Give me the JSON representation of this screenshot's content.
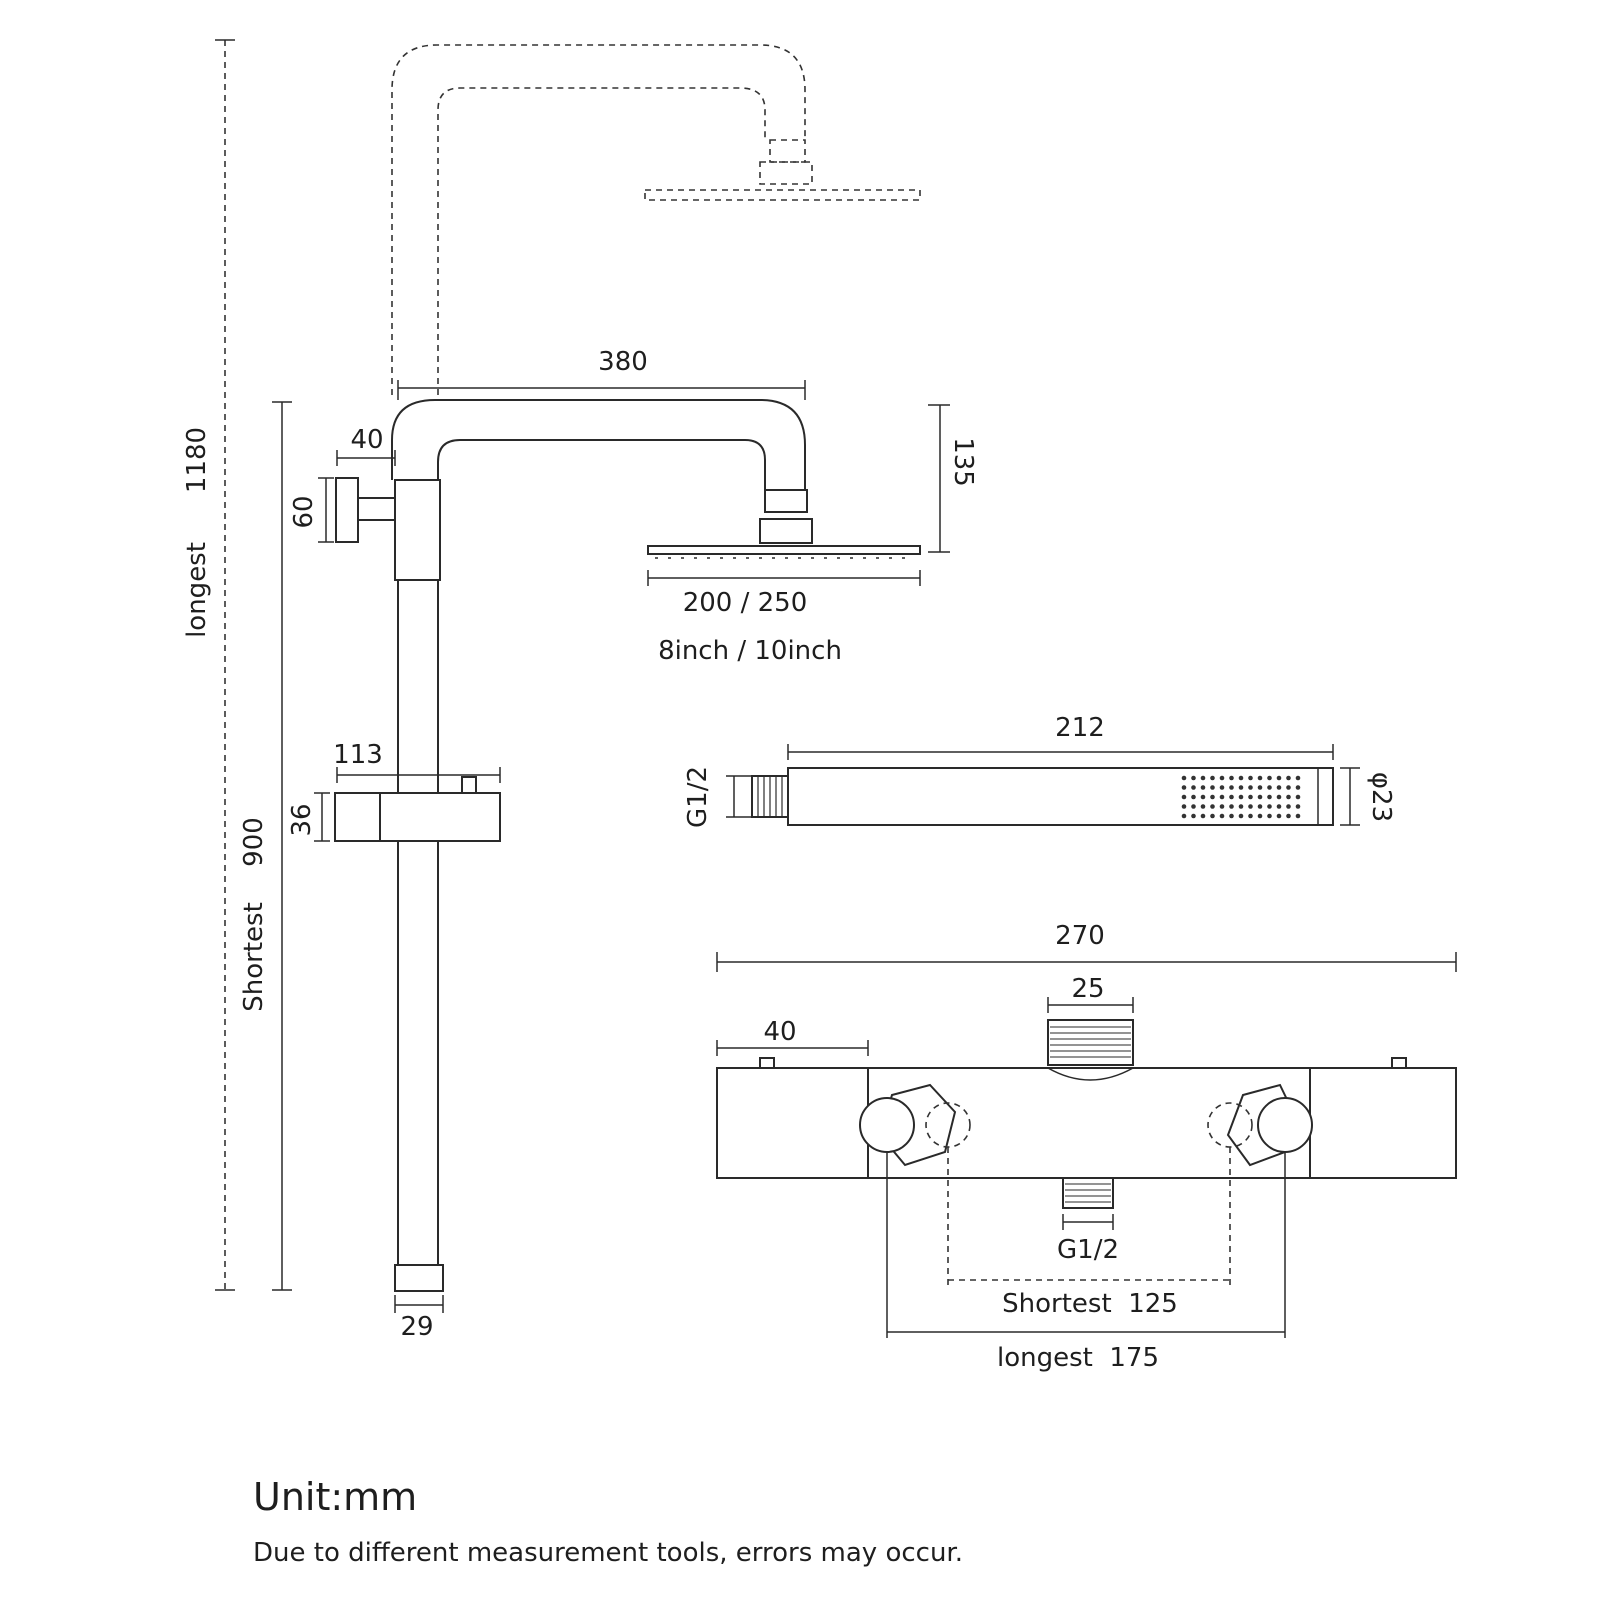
{
  "riser": {
    "dim_top_arm_length": "380",
    "dim_height_overhead": "135",
    "dim_wall_bracket_depth": "40",
    "dim_wall_bracket_height": "60",
    "dim_head_diameter_mm": "200 / 250",
    "dim_head_diameter_inch": "8inch / 10inch",
    "dim_total_longest_label": "longest",
    "dim_total_longest_value": "1180",
    "dim_total_shortest_label": "Shortest",
    "dim_total_shortest_value": "900",
    "dim_slider_width": "113",
    "dim_slider_height": "36",
    "dim_pipe_end": "29"
  },
  "handshower": {
    "dim_length": "212",
    "dim_thread": "G1/2",
    "dim_diameter": "φ23"
  },
  "valve": {
    "dim_total_width": "270",
    "dim_outlet_width": "25",
    "dim_end_cap": "40",
    "dim_bottom_thread": "G1/2",
    "dim_centers_shortest": "Shortest  125",
    "dim_centers_longest": "longest  175"
  },
  "notes": {
    "unit": "Unit:mm",
    "disclaimer": "Due to different measurement tools, errors may occur."
  }
}
